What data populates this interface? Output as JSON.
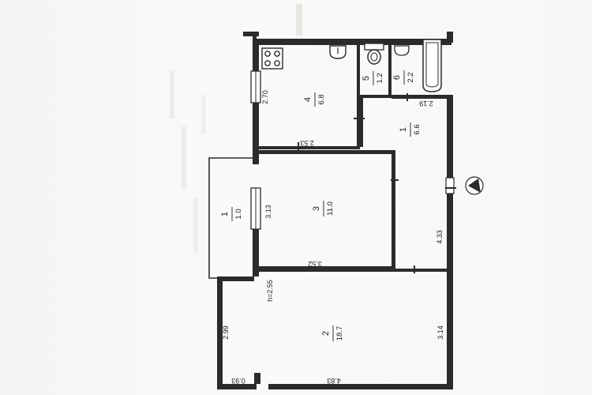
{
  "rooms": [
    {
      "id": "room-4",
      "number": "4",
      "area": "6.8"
    },
    {
      "id": "room-5",
      "number": "5",
      "area": "1.2"
    },
    {
      "id": "room-6",
      "number": "6",
      "area": "2.2"
    },
    {
      "id": "room-1",
      "number": "1",
      "area": "6.6"
    },
    {
      "id": "room-3",
      "number": "3",
      "area": "11.0"
    },
    {
      "id": "room-balcony",
      "number": "1",
      "area": "1.0"
    },
    {
      "id": "room-2",
      "number": "2",
      "area": "18.7"
    }
  ],
  "dimensions": {
    "d_270": "2.70",
    "d_253": "2.53",
    "d_219": "2.19",
    "d_313": "3.13",
    "d_352": "3.52",
    "d_433": "4.33",
    "d_299": "2.99",
    "d_314": "3.14",
    "d_093": "0.93",
    "d_483": "4.83",
    "height": "h=2.55"
  },
  "colors": {
    "wall": "#2b2b2b",
    "paper": "#fafaf8",
    "ghost_text": "#c9c9c6"
  }
}
